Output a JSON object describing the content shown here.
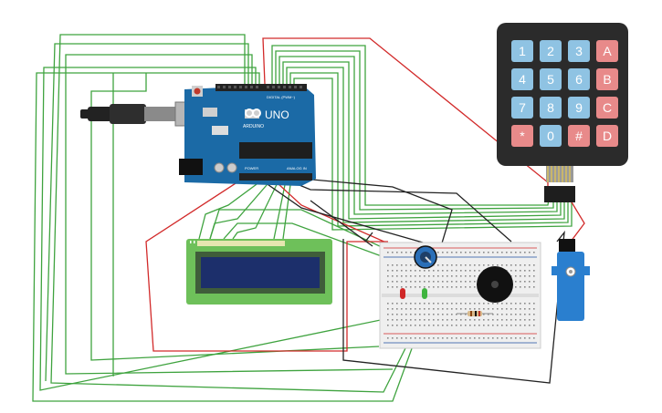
{
  "colors": {
    "wire_green": "#3fa33f",
    "wire_red": "#d22a2a",
    "wire_black": "#222222",
    "arduino_blue": "#1b6aa6",
    "keypad_body": "#2b2b2b",
    "key_blue": "#8fc3e3",
    "key_red": "#e88a8a",
    "lcd_pcb": "#6ec05a",
    "lcd_screen": "#1c2f6b",
    "breadboard": "#efefef",
    "servo_blue": "#2a7fcf"
  },
  "arduino": {
    "brand": "ARDUINO",
    "model": "UNO",
    "digital_label": "DIGITAL (PWM~)",
    "power_label": "POWER",
    "analog_label": "ANALOG IN"
  },
  "keypad": {
    "keys": [
      [
        "1",
        "2",
        "3",
        "A"
      ],
      [
        "4",
        "5",
        "6",
        "B"
      ],
      [
        "7",
        "8",
        "9",
        "C"
      ],
      [
        "*",
        "0",
        "#",
        "D"
      ]
    ]
  },
  "components": {
    "icons": [
      "usb-cable-icon",
      "potentiometer-icon",
      "buzzer-icon",
      "servo-icon",
      "led-red-icon",
      "led-green-icon",
      "resistor-icon"
    ]
  }
}
